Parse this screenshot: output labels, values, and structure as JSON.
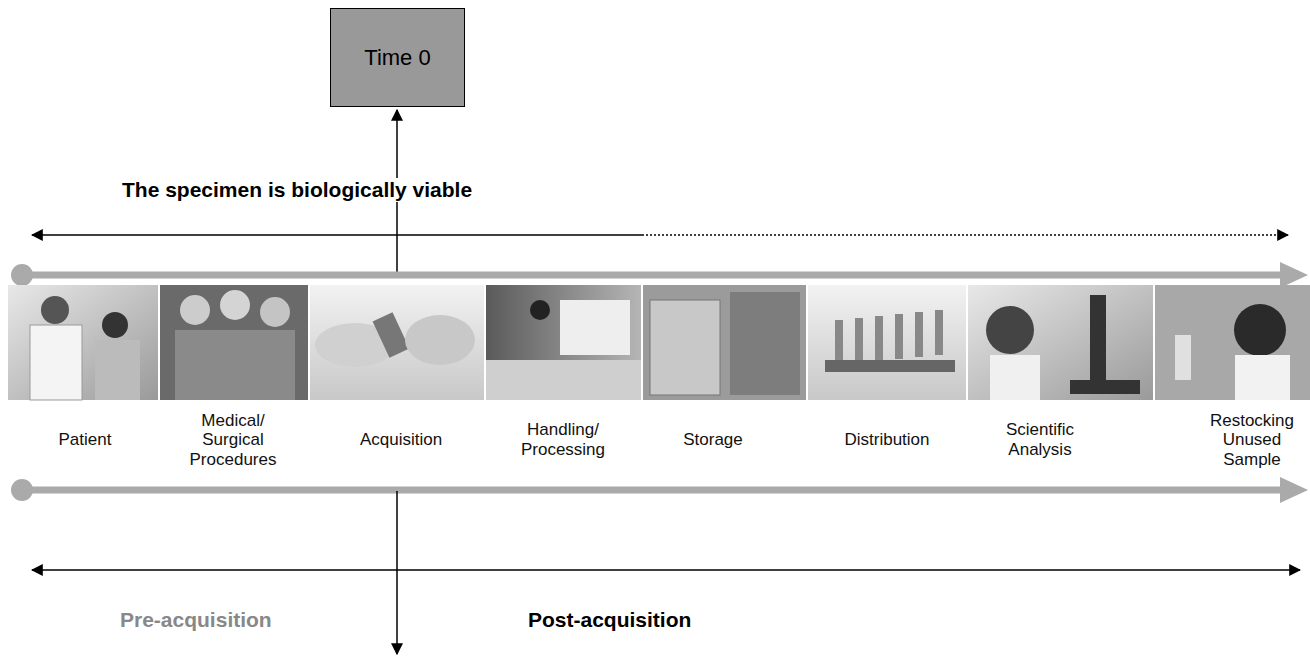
{
  "diagram": {
    "nodes": [
      {
        "text": [
          "Time 0"
        ]
      }
    ],
    "labels": [
      "The specimen is biologically viable",
      "Patient",
      "Medical/ Surgical Procedures",
      "Acquisition",
      "Handling/ Processing",
      "Storage",
      "Distribution",
      "Scientific Analysis",
      "Restocking Unused Sample",
      "Pre-acquisition",
      "Post-acquisition"
    ]
  }
}
